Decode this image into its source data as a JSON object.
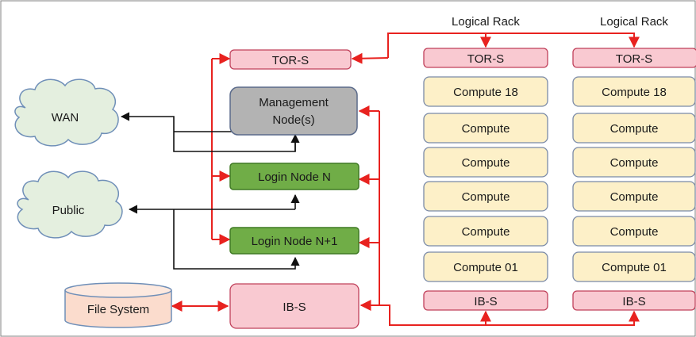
{
  "colors": {
    "pink": "#f9c9d1",
    "pink_border": "#c0405a",
    "compute": "#fdf0c8",
    "compute_border": "#7a8aa8",
    "mgmt": "#b3b3b3",
    "mgmt_border": "#5a6a8a",
    "login": "#70ad47",
    "login_border": "#3f7a24",
    "cloud": "#e4efdf",
    "cloud_border": "#6f8fb8",
    "red_line": "#e8221f",
    "black_line": "#111111",
    "fs_fill": "#fbdccd"
  },
  "left": {
    "tor": "TOR-S",
    "management": [
      "Management",
      "Node(s)"
    ],
    "login_n": "Login Node N",
    "login_n1": "Login Node N+1",
    "ib": "IB-S",
    "wan": "WAN",
    "public": "Public",
    "filesystem": "File System"
  },
  "racks": [
    {
      "heading": "Logical Rack",
      "tor": "TOR-S",
      "computes": [
        "Compute 18",
        "Compute",
        "Compute",
        "Compute",
        "Compute",
        "Compute 01"
      ],
      "ib": "IB-S"
    },
    {
      "heading": "Logical Rack",
      "tor": "TOR-S",
      "computes": [
        "Compute 18",
        "Compute",
        "Compute",
        "Compute",
        "Compute",
        "Compute 01"
      ],
      "ib": "IB-S"
    }
  ]
}
